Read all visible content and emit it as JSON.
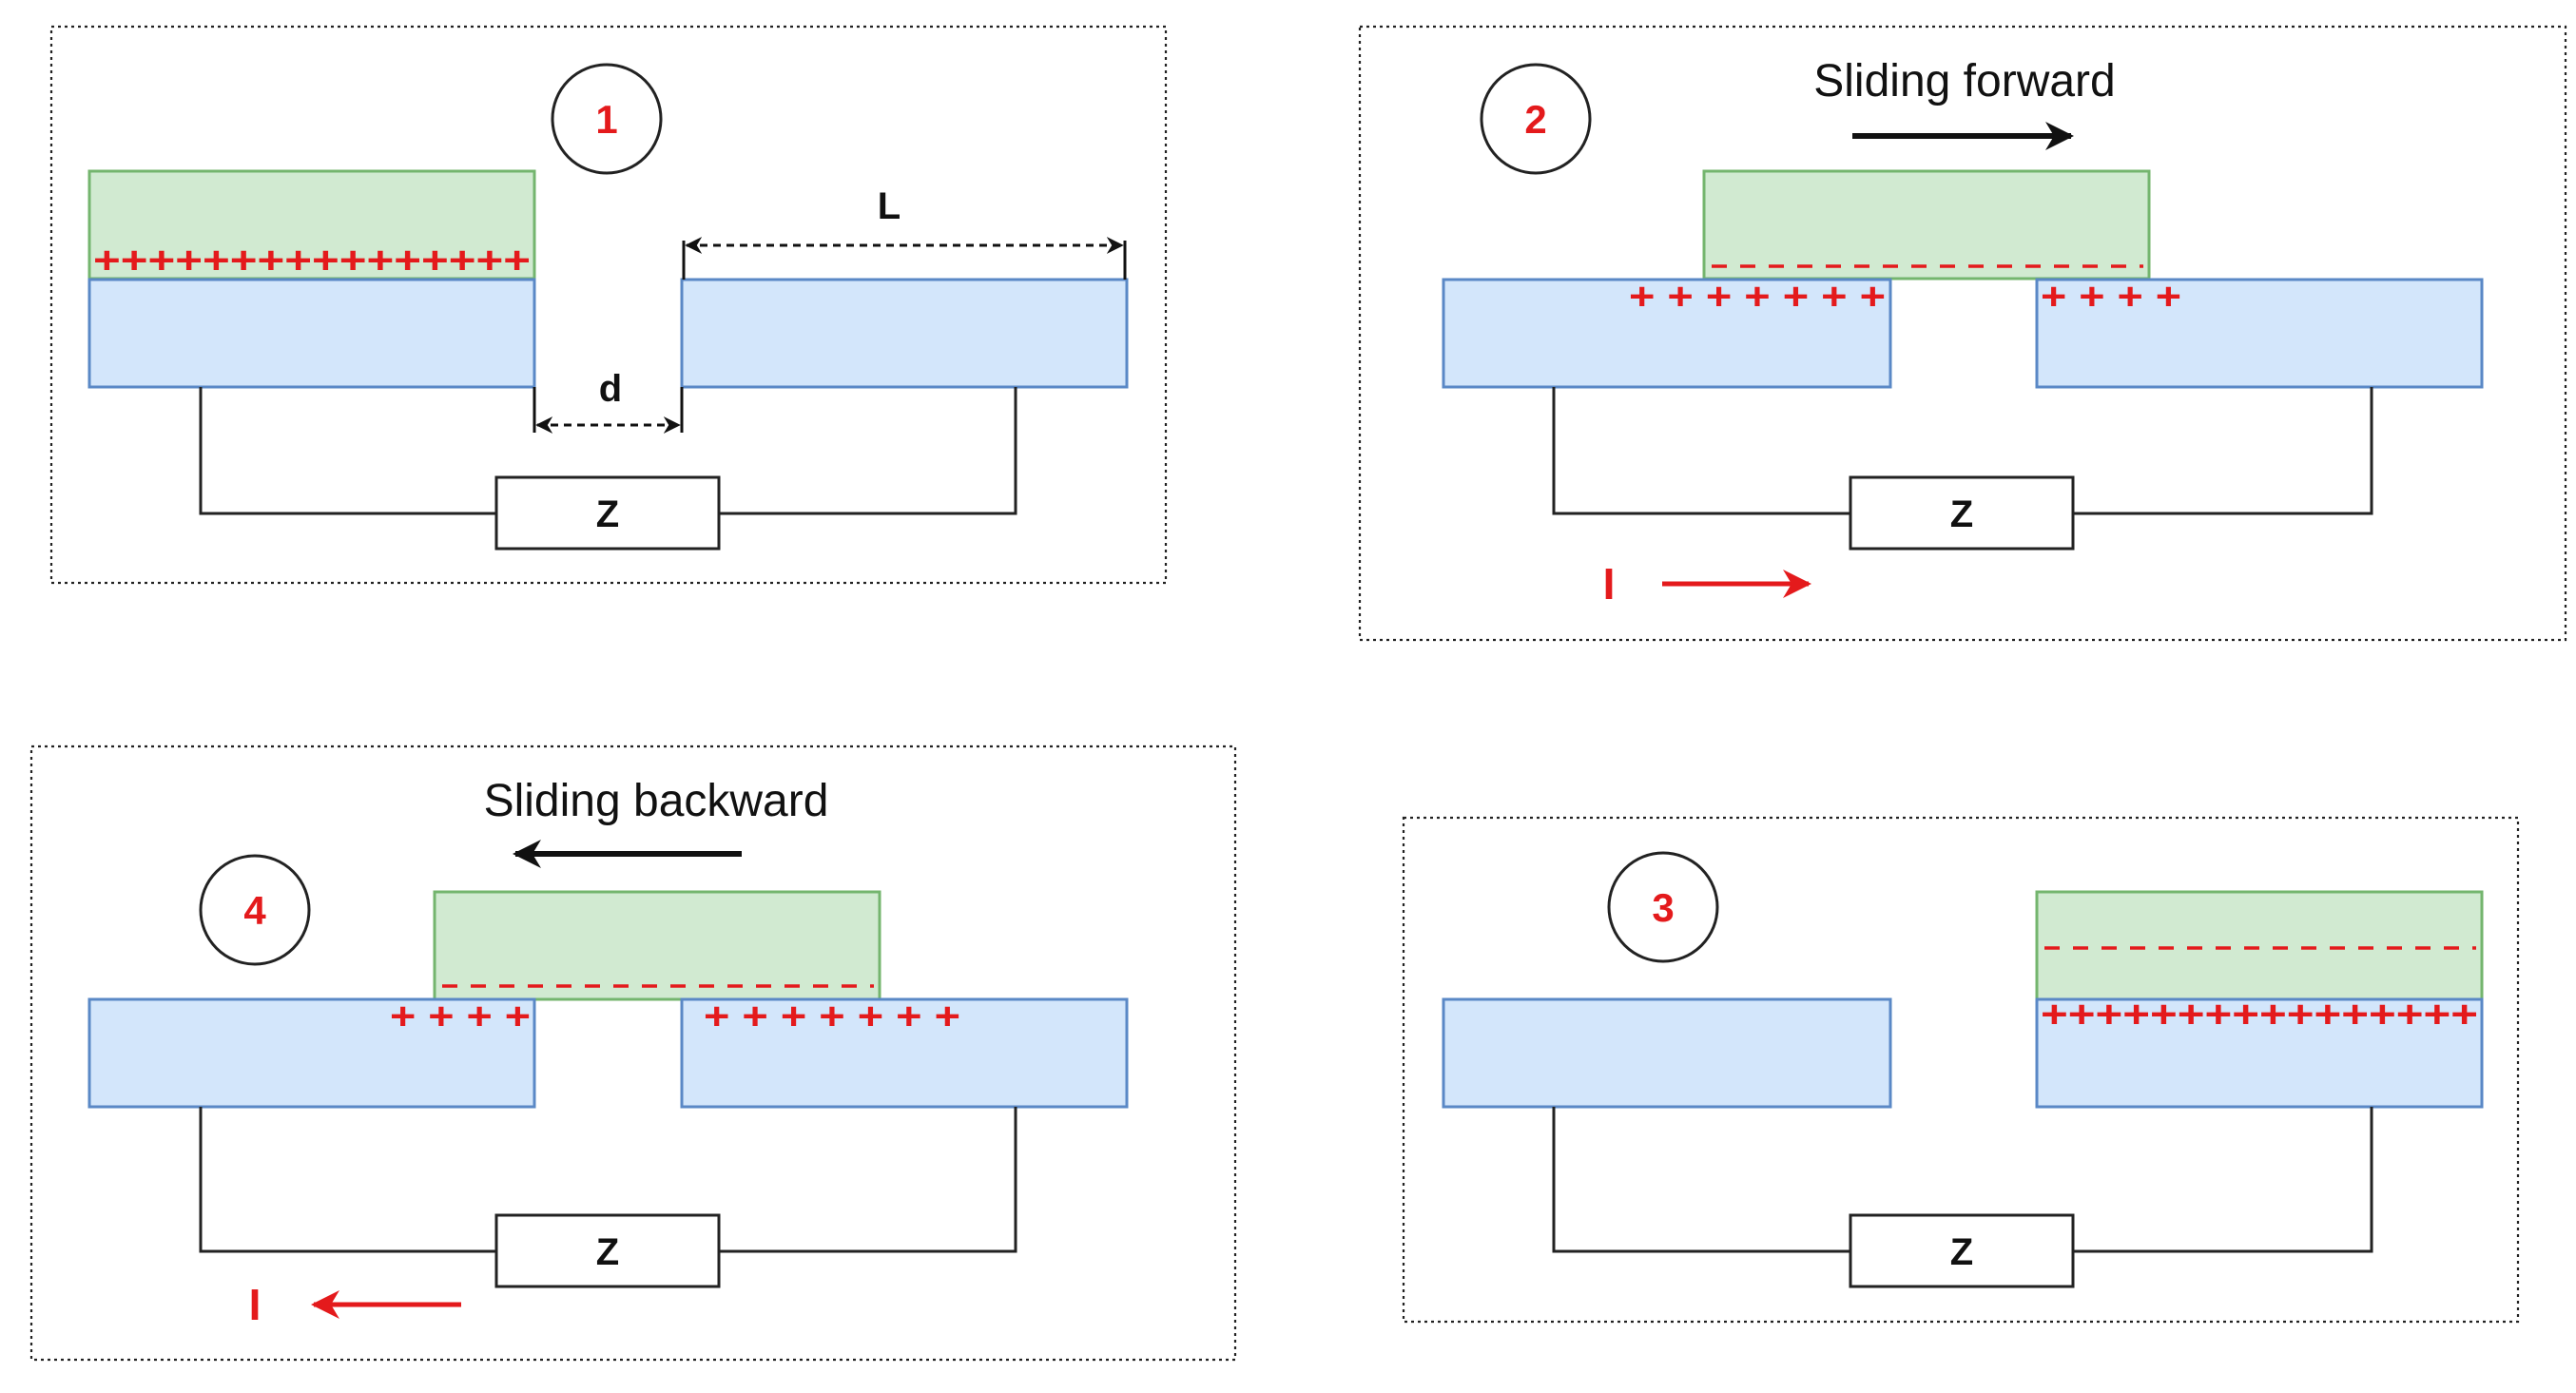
{
  "panel1": {
    "step": "1",
    "plus": "++++++++++++++++",
    "dim_length": "L",
    "dim_gap": "d",
    "load": "Z"
  },
  "panel2": {
    "step": "2",
    "motion": "Sliding forward",
    "plus_left": "+ + + + + + +",
    "plus_right": "+ + + +",
    "load": "Z",
    "current": "I"
  },
  "panel3": {
    "step": "3",
    "plus": "++++++++++++++++",
    "load": "Z"
  },
  "panel4": {
    "step": "4",
    "motion": "Sliding backward",
    "plus_left": "+ + + +",
    "plus_right": "+ + + + + + +",
    "load": "Z",
    "current": "I"
  },
  "colors": {
    "electrode": "#d3e6fb",
    "slider": "#d1ead1",
    "charge": "#e41a1c"
  }
}
